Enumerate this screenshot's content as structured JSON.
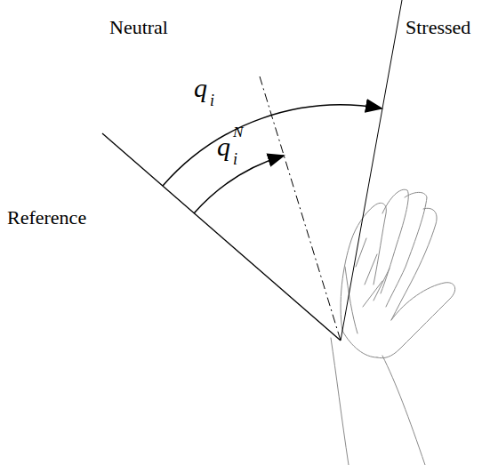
{
  "diagram": {
    "labels": [
      "Neutral",
      "Stressed",
      "Reference",
      "q",
      "i",
      "q",
      "i",
      "N"
    ]
  }
}
